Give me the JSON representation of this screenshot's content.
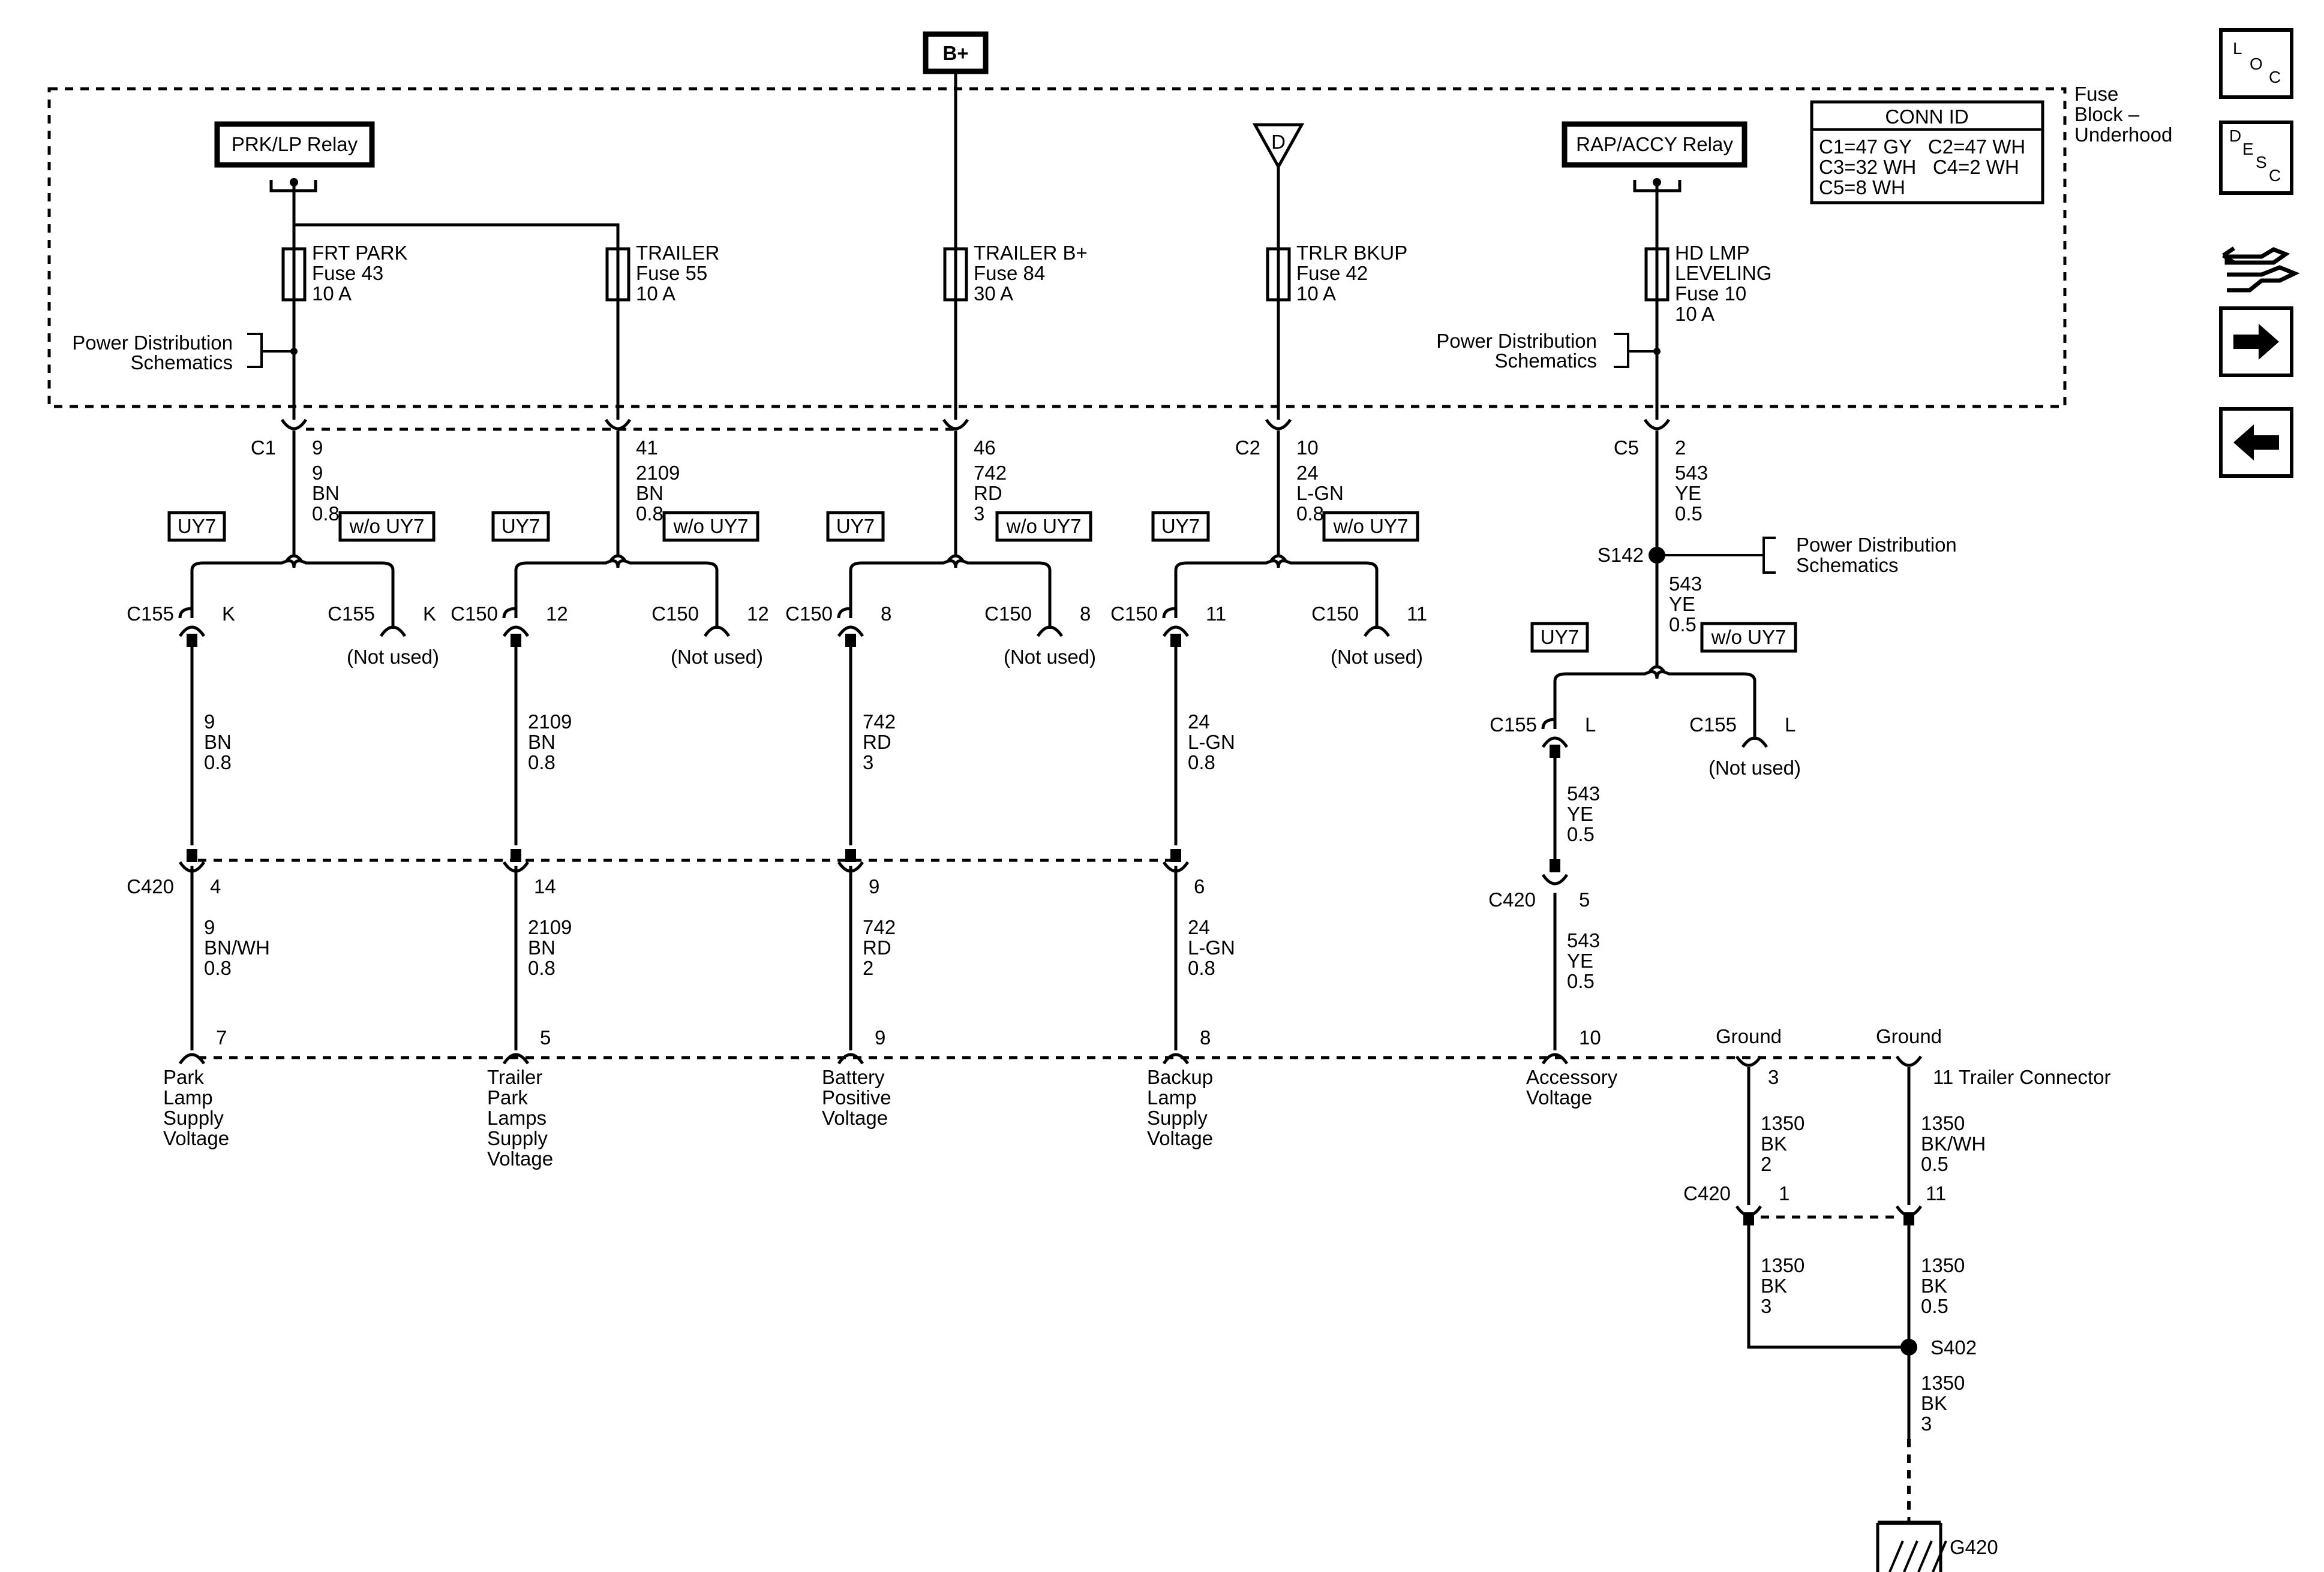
{
  "power_label": "B+",
  "fuse_block": {
    "label_lines": [
      "Fuse",
      "Block –",
      "Underhood"
    ]
  },
  "conn_id": {
    "title": "CONN ID",
    "lines": [
      "C1=47 GY   C2=47 WH",
      "C3=32 WH   C4=2 WH",
      "C5=8 WH"
    ]
  },
  "relays": {
    "prk": "PRK/LP Relay",
    "rap": "RAP/ACCY Relay"
  },
  "d_symbol": "D",
  "fuses": [
    {
      "lines": [
        "FRT PARK",
        "Fuse 43",
        "10 A"
      ]
    },
    {
      "lines": [
        "TRAILER",
        "Fuse 55",
        "10 A"
      ]
    },
    {
      "lines": [
        "TRAILER B+",
        "Fuse 84",
        "30 A"
      ]
    },
    {
      "lines": [
        "TRLR BKUP",
        "Fuse 42",
        "10 A"
      ]
    },
    {
      "lines": [
        "HD LMP",
        "LEVELING",
        "Fuse 10",
        "10 A"
      ]
    }
  ],
  "power_dist": [
    "Power Distribution",
    "Schematics"
  ],
  "top_connectors": [
    {
      "name": "C1",
      "pin": "9",
      "wire": [
        "9",
        "BN",
        "0.8"
      ]
    },
    {
      "name": "",
      "pin": "41",
      "wire": [
        "2109",
        "BN",
        "0.8"
      ]
    },
    {
      "name": "",
      "pin": "46",
      "wire": [
        "742",
        "RD",
        "3"
      ]
    },
    {
      "name": "C2",
      "pin": "10",
      "wire": [
        "24",
        "L-GN",
        "0.8"
      ]
    },
    {
      "name": "C5",
      "pin": "2",
      "wire": [
        "543",
        "YE",
        "0.5"
      ]
    }
  ],
  "splice_s142": {
    "name": "S142",
    "wire": [
      "543",
      "YE",
      "0.5"
    ]
  },
  "option_labels": {
    "with": "UY7",
    "without": "w/o UY7"
  },
  "option_connectors": [
    {
      "left_name": "C155",
      "left_pin": "K",
      "right_name": "C155",
      "right_pin": "K"
    },
    {
      "left_name": "C150",
      "left_pin": "12",
      "right_name": "C150",
      "right_pin": "12"
    },
    {
      "left_name": "C150",
      "left_pin": "8",
      "right_name": "C150",
      "right_pin": "8"
    },
    {
      "left_name": "C150",
      "left_pin": "11",
      "right_name": "C150",
      "right_pin": "11"
    },
    {
      "left_name": "C155",
      "left_pin": "L",
      "right_name": "C155",
      "right_pin": "L"
    }
  ],
  "not_used": "(Not used)",
  "mid_wires": [
    [
      "9",
      "BN",
      "0.8"
    ],
    [
      "2109",
      "BN",
      "0.8"
    ],
    [
      "742",
      "RD",
      "3"
    ],
    [
      "24",
      "L-GN",
      "0.8"
    ],
    [
      "543",
      "YE",
      "0.5"
    ]
  ],
  "c420": {
    "name": "C420",
    "pins": [
      "4",
      "14",
      "9",
      "6",
      "5"
    ],
    "wires": [
      [
        "9",
        "BN/WH",
        "0.8"
      ],
      [
        "2109",
        "BN",
        "0.8"
      ],
      [
        "742",
        "RD",
        "2"
      ],
      [
        "24",
        "L-GN",
        "0.8"
      ],
      [
        "543",
        "YE",
        "0.5"
      ]
    ]
  },
  "trailer_pins": [
    {
      "pin": "7",
      "label": [
        "Park",
        "Lamp",
        "Supply",
        "Voltage"
      ]
    },
    {
      "pin": "5",
      "label": [
        "Trailer",
        "Park",
        "Lamps",
        "Supply",
        "Voltage"
      ]
    },
    {
      "pin": "9",
      "label": [
        "Battery",
        "Positive",
        "Voltage"
      ]
    },
    {
      "pin": "8",
      "label": [
        "Backup",
        "Lamp",
        "Supply",
        "Voltage"
      ]
    },
    {
      "pin": "10",
      "label": [
        "Accessory",
        "Voltage"
      ]
    },
    {
      "pin": "3",
      "label": [
        "Ground"
      ]
    },
    {
      "pin": "",
      "label": [
        "Ground"
      ]
    }
  ],
  "trailer_connector": "11 Trailer Connector",
  "ground_wires": {
    "left_upper": [
      "1350",
      "BK",
      "2"
    ],
    "right_upper": [
      "1350",
      "BK/WH",
      "0.5"
    ],
    "c420_name": "C420",
    "c420_pin_left": "1",
    "c420_pin_right": "11",
    "left_lower": [
      "1350",
      "BK",
      "3"
    ],
    "right_lower": [
      "1350",
      "BK",
      "0.5"
    ],
    "splice": "S402",
    "to_ground": [
      "1350",
      "BK",
      "3"
    ],
    "ground_name": "G420"
  },
  "nav": [
    {
      "name": "loc-button",
      "glyph": "LOC"
    },
    {
      "name": "desc-button",
      "glyph": "DESC"
    },
    {
      "name": "wrench-hand-icon",
      "glyph": "wrench"
    },
    {
      "name": "next-page-button",
      "glyph": "→"
    },
    {
      "name": "previous-page-button",
      "glyph": "←"
    }
  ]
}
